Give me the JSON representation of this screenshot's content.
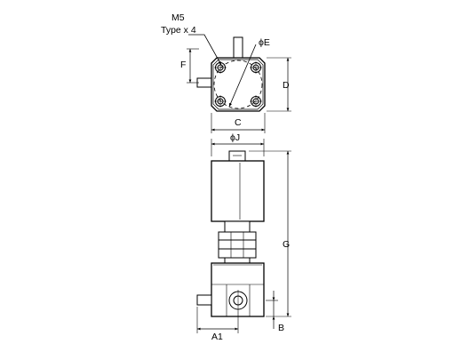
{
  "thread_note": {
    "size": "M5",
    "spec": "Type x 4"
  },
  "dimensions": {
    "E": "ϕE",
    "F": "F",
    "D": "D",
    "C": "C",
    "J": "ϕJ",
    "G": "G",
    "A1": "A1",
    "B": "B"
  }
}
